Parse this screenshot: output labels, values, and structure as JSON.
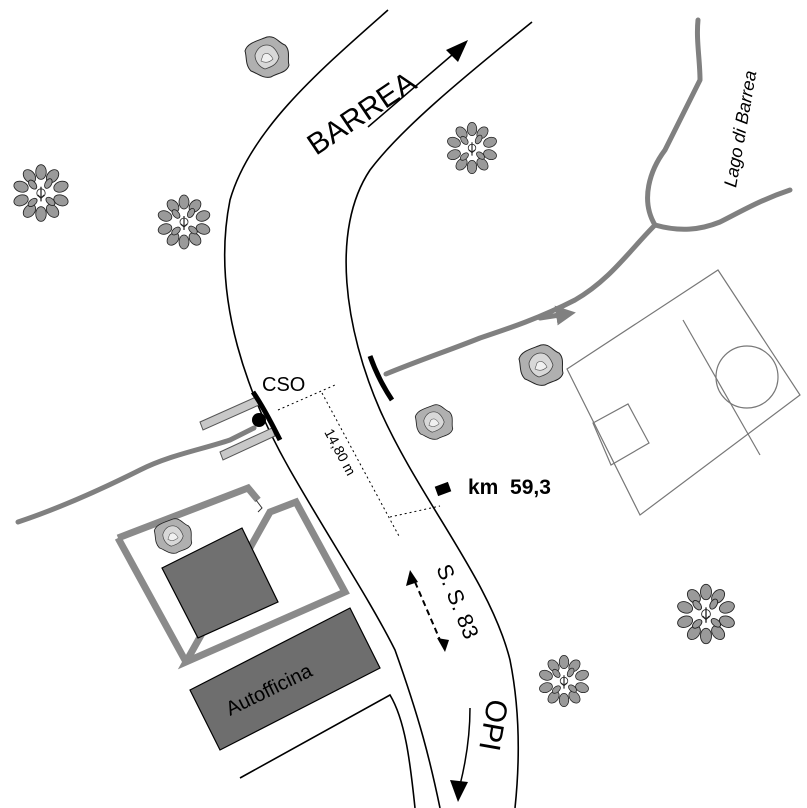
{
  "map": {
    "road_towards_north": "BARREA",
    "road_towards_south": "OPI",
    "road_name": "S. S. 83",
    "km_marker": "km  59,3",
    "outfall_label": "CSO",
    "distance_label": "14,80 m",
    "lake_label": "Lago di Barrea",
    "building_label": "Autofficina"
  },
  "colors": {
    "river": "#808080",
    "building": "#707070",
    "building_dark": "#6e6e6e"
  }
}
